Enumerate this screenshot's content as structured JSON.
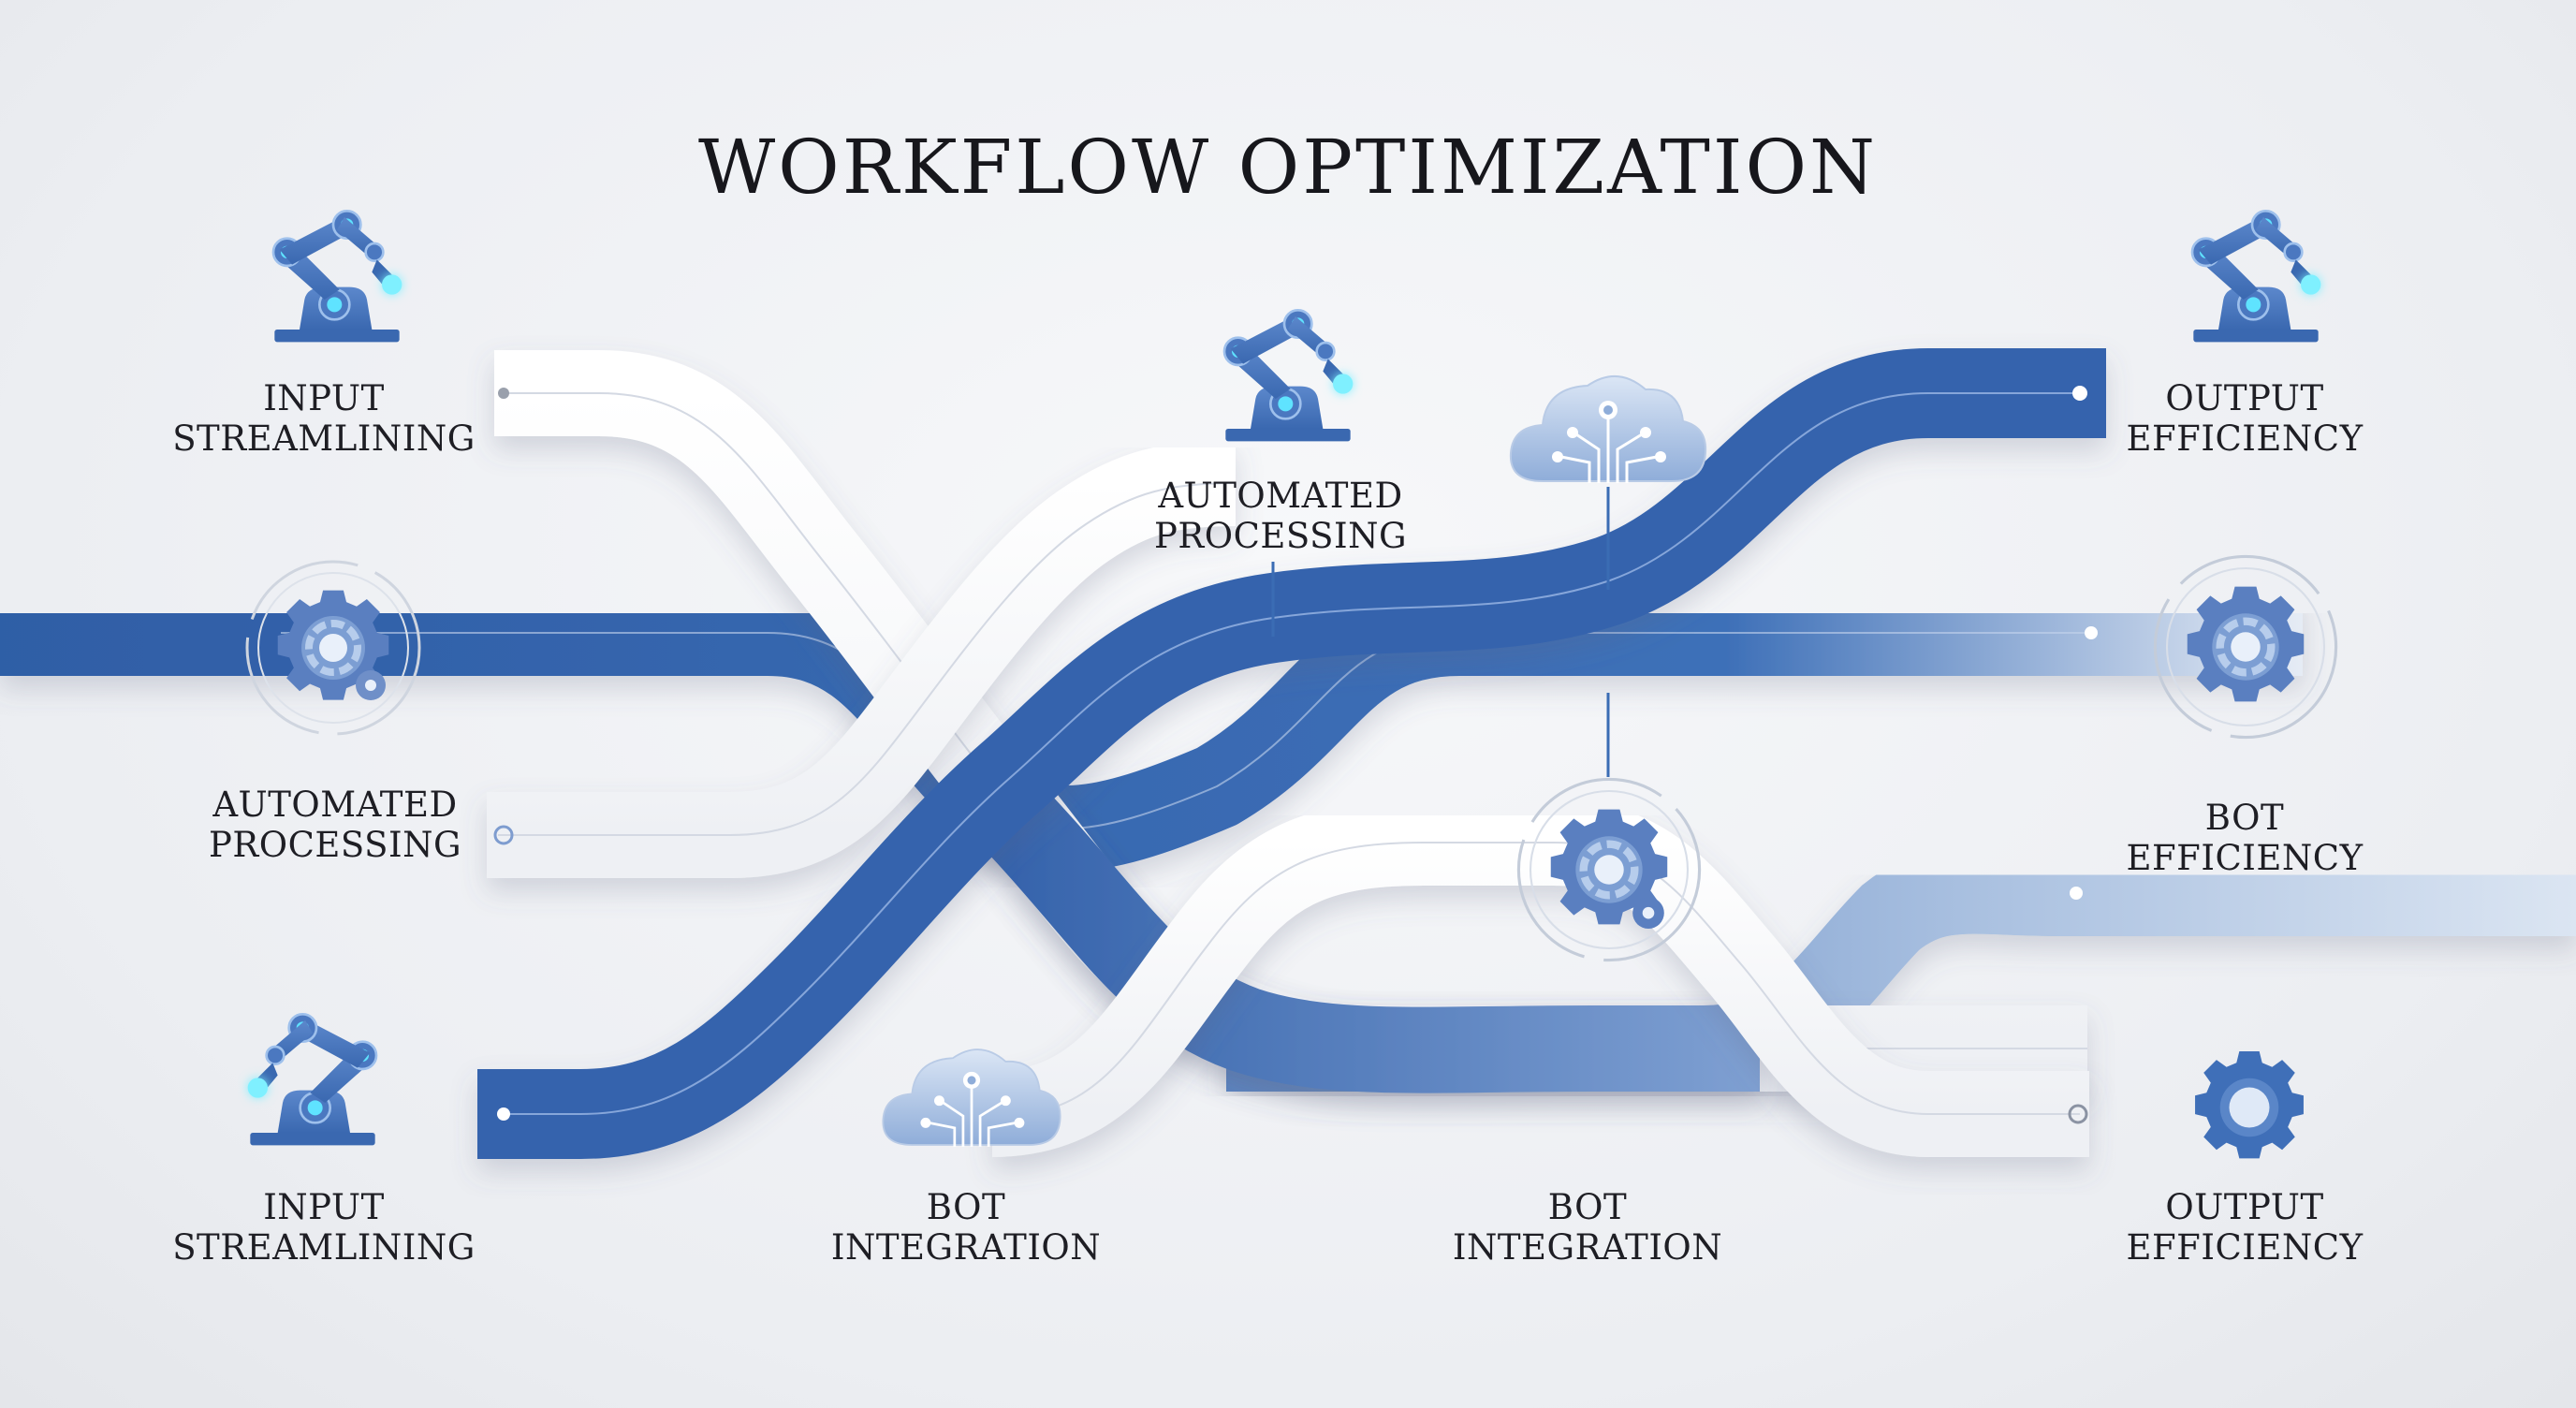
{
  "title": "WORKFLOW OPTIMIZATION",
  "labels": {
    "input_top": [
      "INPUT",
      "STREAMLINING"
    ],
    "auto_left": [
      "AUTOMATED",
      "PROCESSING"
    ],
    "input_bottom": [
      "INPUT",
      "STREAMLINING"
    ],
    "auto_center": [
      "AUTOMATED",
      "PROCESSING"
    ],
    "bot_integration_left": [
      "BOT",
      "INTEGRATION"
    ],
    "bot_integration_center": [
      "BOT",
      "INTEGRATION"
    ],
    "output_top": [
      "OUTPUT",
      "EFFICIENCY"
    ],
    "bot_efficiency": [
      "BOT",
      "EFFICIENCY"
    ],
    "output_bottom": [
      "OUTPUT",
      "EFFICIENCY"
    ]
  },
  "icons": {
    "robot_arm": "robot-arm-icon",
    "gear": "gear-icon",
    "cloud": "cloud-circuit-icon"
  },
  "colors": {
    "blue": "#3a6cb4",
    "blue_dark": "#2f5ea6",
    "blue_light": "#c9d8ec",
    "white_ribbon": "#fbfbfc",
    "text": "#1e1e24"
  }
}
